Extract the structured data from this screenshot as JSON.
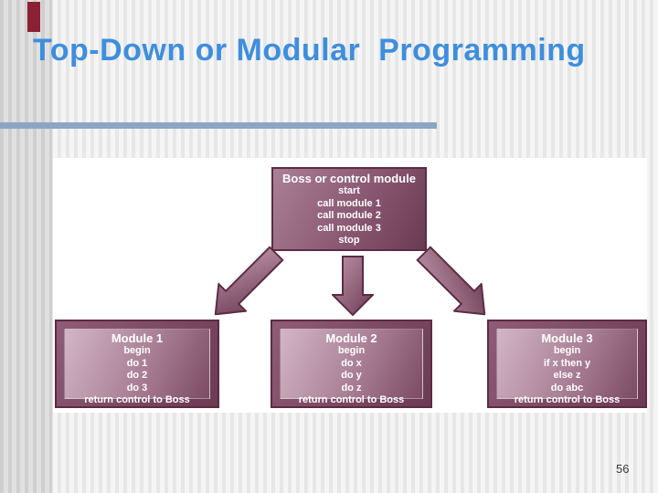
{
  "slide": {
    "title": "Top-Down or Modular  Programming",
    "page_number": "56"
  },
  "diagram": {
    "boss": {
      "title": "Boss or control module",
      "lines": [
        "start",
        "call module 1",
        "call module 2",
        "call module 3",
        "stop"
      ]
    },
    "modules": [
      {
        "title": "Module 1",
        "lines": [
          "begin",
          "do 1",
          "do 2",
          "do 3",
          "return control to Boss"
        ]
      },
      {
        "title": "Module 2",
        "lines": [
          "begin",
          "do x",
          "do y",
          "do z",
          "return control to Boss"
        ]
      },
      {
        "title": "Module 3",
        "lines": [
          "begin",
          "if x then y",
          "else z",
          "do abc",
          "return control to Boss"
        ]
      }
    ],
    "arrows": [
      "boss-to-module1",
      "boss-to-module2",
      "boss-to-module3"
    ]
  },
  "colors": {
    "title_text": "#3E8EDE",
    "title_rule": "#8CA6C2",
    "accent_bar": "#8C2136",
    "box_border": "#5D2B44",
    "box_fill_dark": "#6B3A53",
    "box_fill_light": "#D2B6C5",
    "panel_background": "#FFFFFF",
    "box_text": "#FFFFFF"
  }
}
